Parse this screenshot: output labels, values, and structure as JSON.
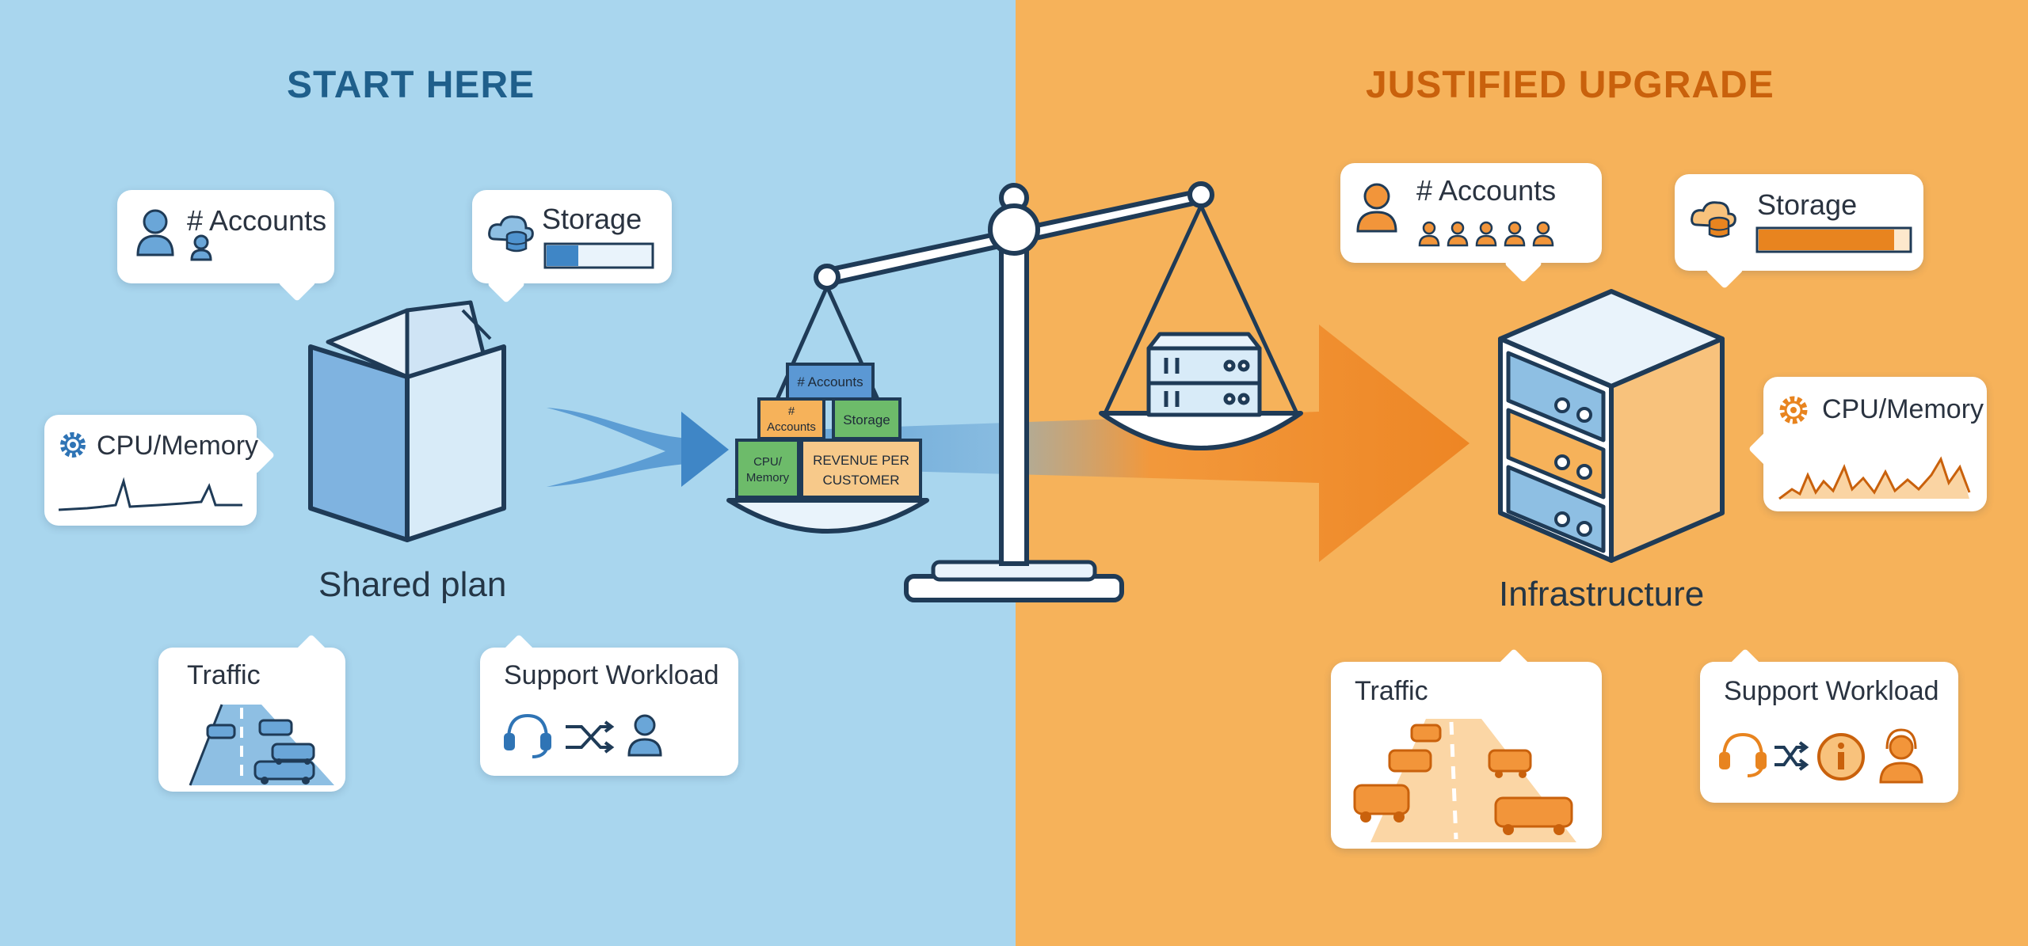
{
  "left_panel": {
    "title": "START HERE",
    "caption": "Shared plan",
    "bubbles": {
      "accounts": "# Accounts",
      "storage": "Storage",
      "cpu": "CPU/Memory",
      "traffic": "Traffic",
      "support": "Support Workload"
    },
    "storage_fill": 0.3
  },
  "right_panel": {
    "title": "JUSTIFIED UPGRADE",
    "caption": "Infrastructure",
    "bubbles": {
      "accounts": "# Accounts",
      "storage": "Storage",
      "cpu": "CPU/Memory",
      "traffic": "Traffic",
      "support": "Support Workload"
    },
    "storage_fill": 0.9
  },
  "scale_blocks": {
    "top": "# Accounts",
    "accounts_line1": "#",
    "accounts_line2": "Accounts",
    "storage": "Storage",
    "cpu_line1": "CPU/",
    "cpu_line2": "Memory",
    "revenue_line1": "REVENUE PER",
    "revenue_line2": "CUSTOMER"
  },
  "colors": {
    "left_bg": "#a9d6ee",
    "right_bg": "#f6b25a",
    "left_accent": "#2f74b5",
    "right_accent": "#e8841f",
    "outline": "#1f3b57"
  }
}
